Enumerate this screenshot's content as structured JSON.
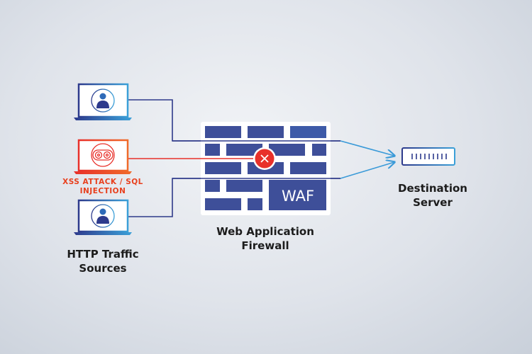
{
  "sources": {
    "label_line1": "HTTP Traffic",
    "label_line2": "Sources"
  },
  "attack": {
    "label_line1": "XSS ATTACK / SQL",
    "label_line2": "INJECTION"
  },
  "firewall": {
    "label_line1": "Web Application",
    "label_line2": "Firewall",
    "badge": "WAF",
    "blocked_icon": "x-circle-icon"
  },
  "destination": {
    "label_line1": "Destination",
    "label_line2": "Server"
  },
  "colors": {
    "brick": "#3e4f99",
    "attack": "#e8401e",
    "arrow": "#3a8fd0",
    "line": "#2f3a8a"
  }
}
